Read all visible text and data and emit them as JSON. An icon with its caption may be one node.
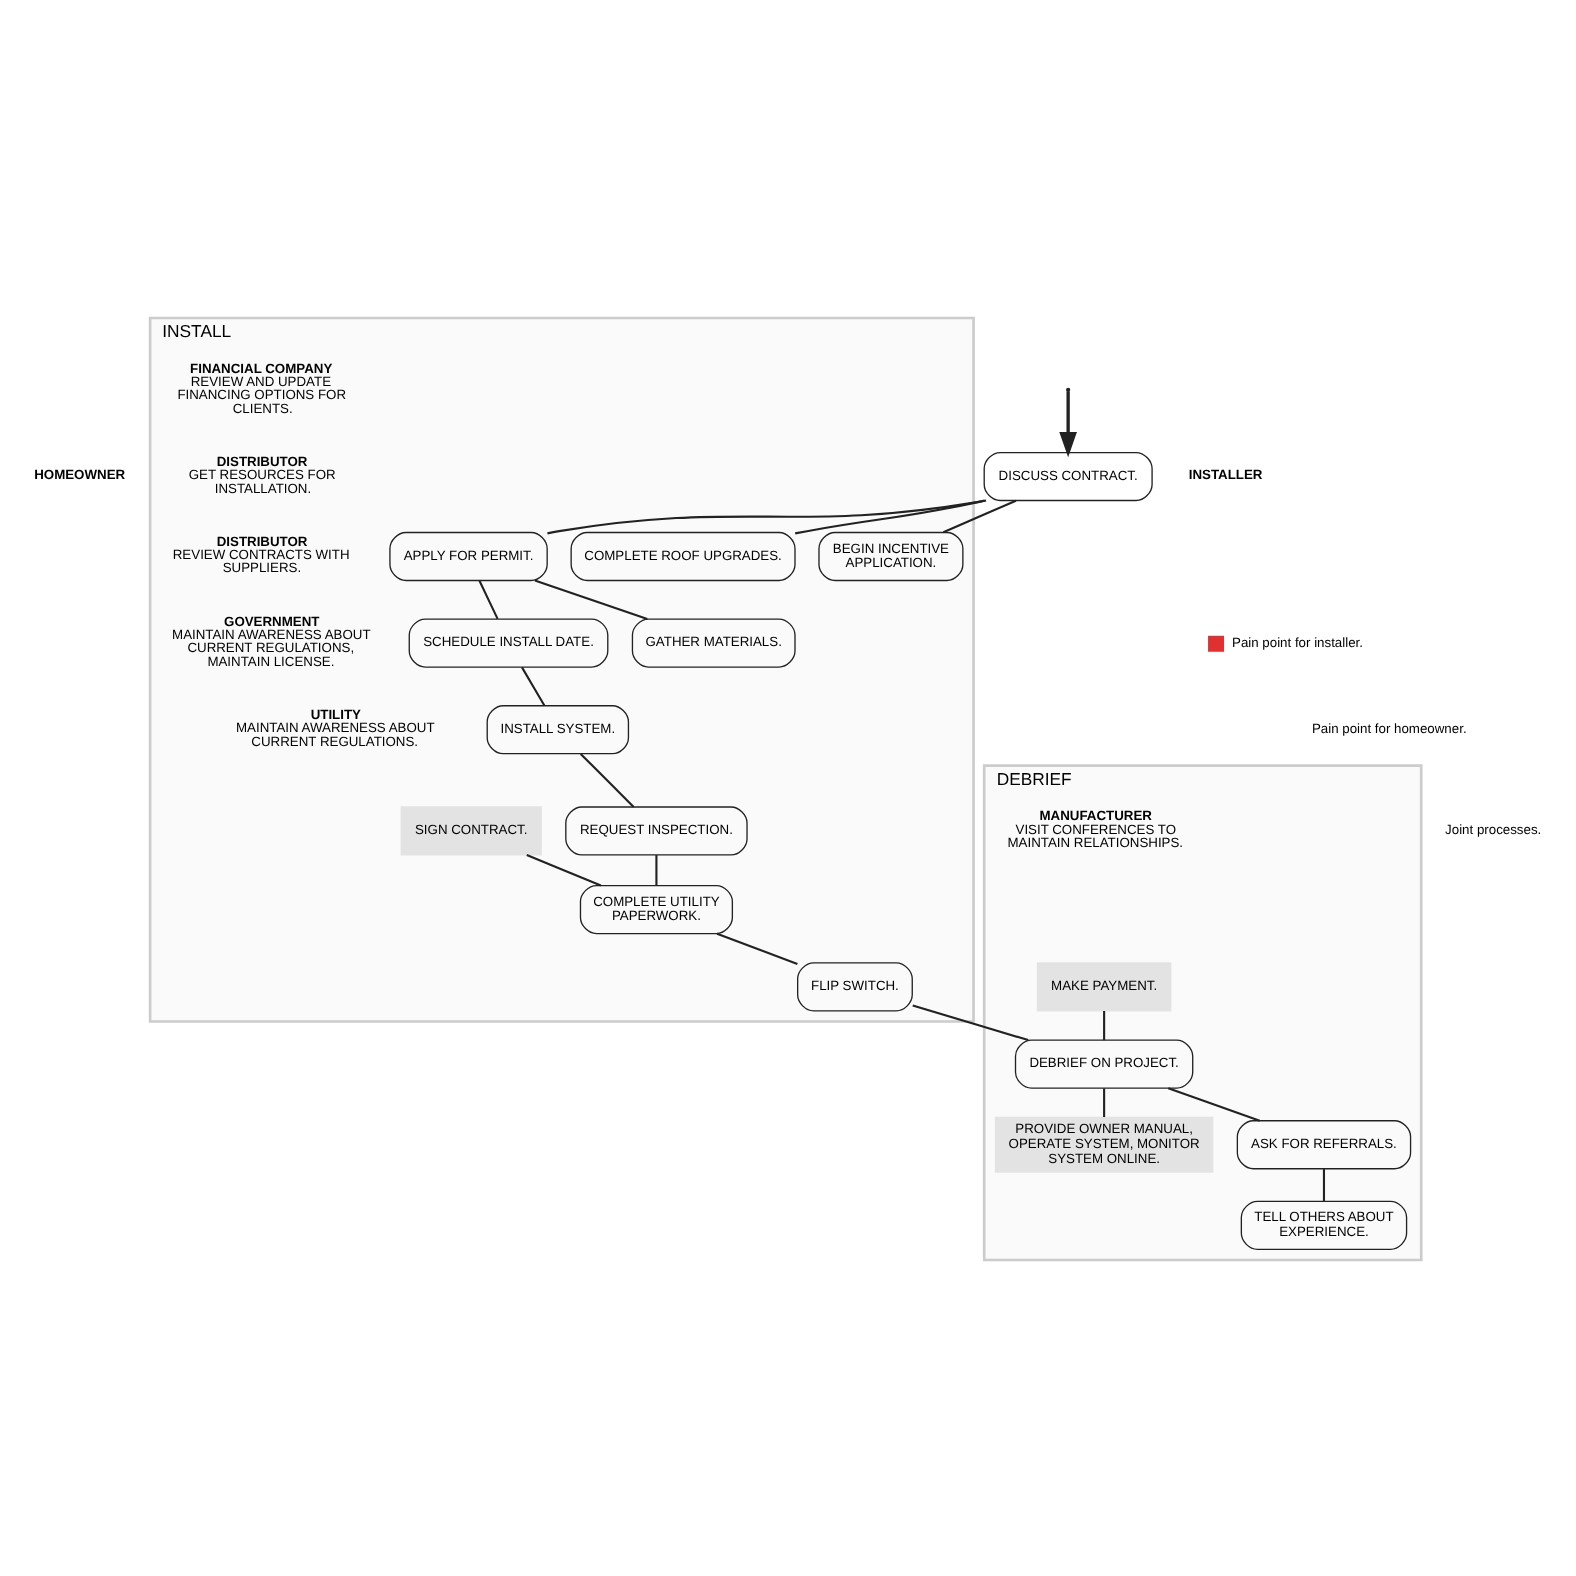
{
  "diagram": {
    "nodes": [
      {
        "text": [
          "HOMEOWNER"
        ]
      },
      {
        "text": [
          "DISCUSS CONTRACT."
        ]
      },
      {
        "text": [
          "INSTALLER"
        ]
      },
      {
        "text": [
          "INSTALL"
        ]
      },
      {
        "text": [
          "COMPLETE ROOF UPGRADES."
        ],
        "in": 3
      },
      {
        "text": [
          "BEGIN INCENTIVE APPLICATION."
        ],
        "in": 3
      },
      {
        "text": [
          "FINANCIAL COMPANY",
          "REVIEW AND UPDATE FINANCING OPTIONS FOR CLIENTS."
        ],
        "in": 3
      },
      {
        "text": [
          "APPLY FOR PERMIT."
        ],
        "in": 3
      },
      {
        "text": [
          "SCHEDULE INSTALL DATE."
        ],
        "in": 3
      },
      {
        "text": [
          "GATHER MATERIALS."
        ],
        "in": 3
      },
      {
        "text": [
          "DISTRIBUTOR",
          "GET RESOURCES FOR INSTALLATION."
        ],
        "in": 3
      },
      {
        "text": [
          "INSTALL SYSTEM."
        ],
        "in": 3
      },
      {
        "text": [
          "DISTRIBUTOR",
          "REVIEW CONTRACTS WITH SUPPLIERS."
        ],
        "in": 3
      },
      {
        "text": [
          "REQUEST INSPECTION."
        ],
        "in": 3
      },
      {
        "text": [
          "GOVERNMENT",
          "MAINTAIN AWARENESS ABOUT CURRENT REGULATIONS, MAINTAIN LICENSE."
        ],
        "in": 3
      },
      {
        "text": [
          "SIGN CONTRACT."
        ],
        "in": 3
      },
      {
        "text": [
          "COMPLETE UTILITY PAPERWORK."
        ],
        "in": 3
      },
      {
        "text": [
          "UTILITY",
          "MAINTAIN AWARENESS ABOUT CURRENT REGULATIONS."
        ],
        "in": 3
      },
      {
        "text": [
          "FLIP SWITCH."
        ],
        "in": 3
      },
      {
        "text": [
          "DEBRIEF"
        ]
      },
      {
        "text": [
          "MAKE PAYMENT."
        ],
        "in": 19
      },
      {
        "text": [
          "DEBRIEF ON PROJECT."
        ],
        "in": 19
      },
      {
        "text": [
          "PROVIDE OWNER MANUAL, OPERATE SYSTEM, MONITOR SYSTEM ONLINE."
        ],
        "in": 19
      },
      {
        "text": [
          "TELL OTHERS ABOUT EXPERIENCE."
        ],
        "in": 19
      },
      {
        "text": [
          "ASK FOR REFERRALS."
        ],
        "in": 19
      },
      {
        "text": [
          "MANUFACTURER",
          "VISIT CONFERENCES TO MAINTAIN RELATIONSHIPS."
        ],
        "in": 19
      }
    ],
    "edges": [
      {
        "from": null,
        "to": 1,
        "arrow": "to"
      },
      {
        "from": 1,
        "to": 4,
        "arrow": "none"
      },
      {
        "from": 1,
        "to": 5,
        "arrow": "none"
      },
      {
        "from": 1,
        "to": 7,
        "arrow": "none"
      },
      {
        "from": 7,
        "to": 9,
        "arrow": "none"
      },
      {
        "from": 7,
        "to": 8,
        "arrow": "none"
      },
      {
        "from": 8,
        "to": 11,
        "arrow": "none"
      },
      {
        "from": 11,
        "to": 13,
        "arrow": "none"
      },
      {
        "from": 13,
        "to": 16,
        "arrow": "none"
      },
      {
        "from": 15,
        "to": 16,
        "arrow": "none"
      },
      {
        "from": 16,
        "to": 18,
        "arrow": "none"
      },
      {
        "from": 18,
        "to": 21,
        "arrow": "none"
      },
      {
        "from": 20,
        "to": 21,
        "arrow": "none"
      },
      {
        "from": 21,
        "to": 22,
        "arrow": "none"
      },
      {
        "from": 21,
        "to": 24,
        "arrow": "none"
      },
      {
        "from": 24,
        "to": 23,
        "arrow": "none"
      }
    ],
    "legend": [
      {
        "text": "Pain point for installer.",
        "color": "#e03131"
      },
      {
        "text": "Pain point for homeowner."
      },
      {
        "text": "Joint processes."
      }
    ]
  }
}
